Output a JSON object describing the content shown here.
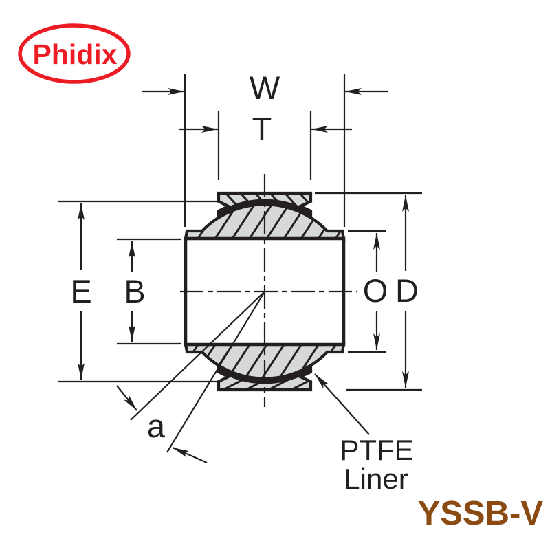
{
  "logo": {
    "text": "Phidix",
    "color": "#ED1C24"
  },
  "part_code": {
    "text": "YSSB-V",
    "color": "#8A4A12"
  },
  "dimensions": {
    "w": "W",
    "t": "T",
    "e": "E",
    "b": "B",
    "o": "O",
    "d": "D",
    "angle": "a"
  },
  "callout": {
    "line1": "PTFE",
    "line2": "Liner"
  },
  "colors": {
    "line": "#231F20",
    "section_fill": "#D7D9D8",
    "background": "#FFFFFF"
  }
}
